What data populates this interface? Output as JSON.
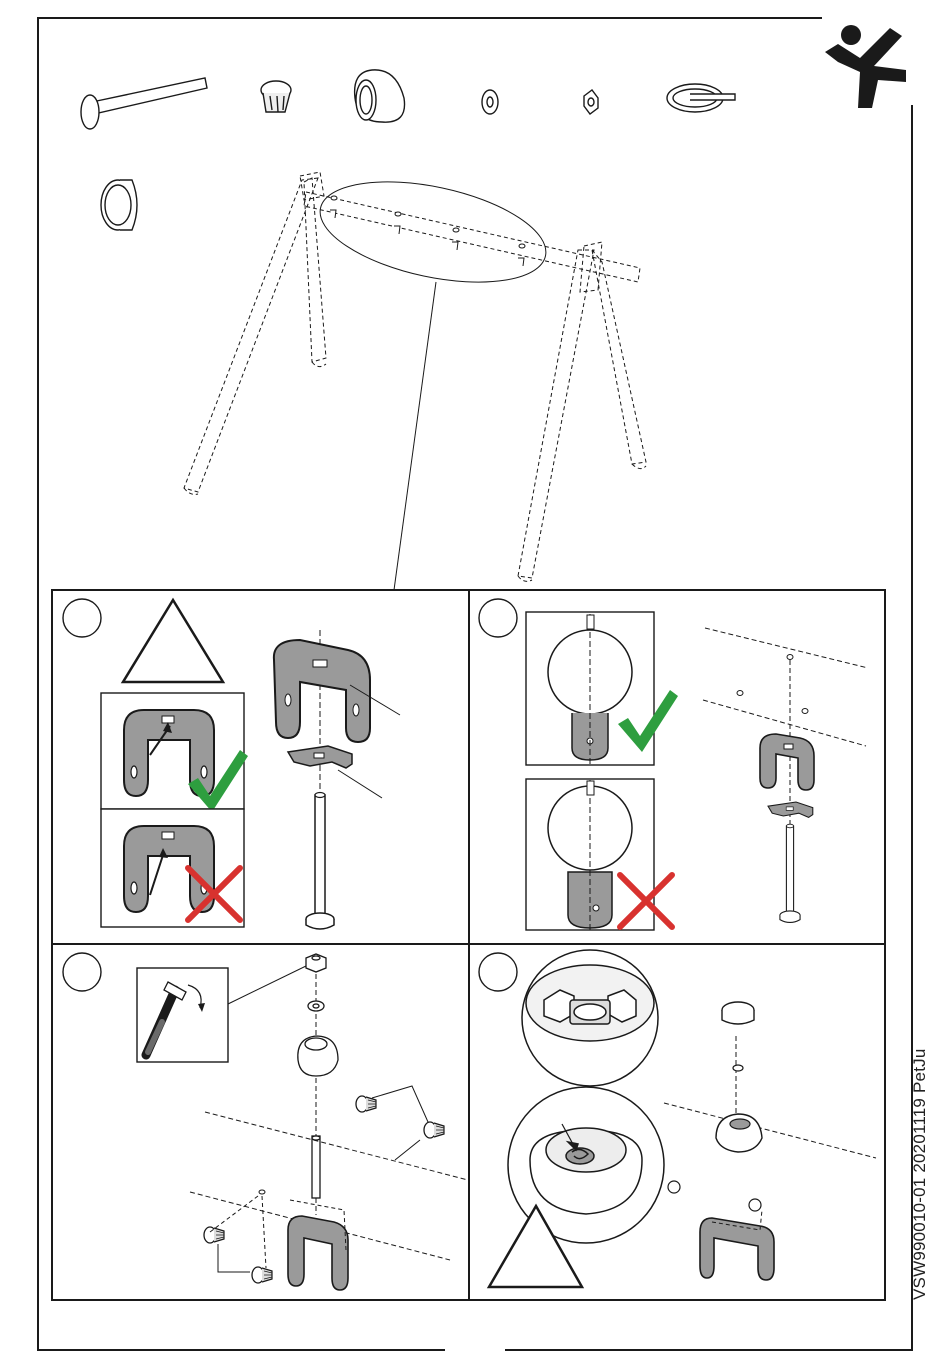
{
  "document": {
    "code": "VSW990010-01",
    "date": "20201119",
    "author": "PetJu"
  },
  "colors": {
    "line": "#1a1a1a",
    "part_fill": "#9a9a9a",
    "check_green": "#2e9e3f",
    "cross_red": "#d8322f"
  },
  "icons": {
    "logo": "figure-logo-icon",
    "check": "check-mark-icon",
    "cross": "cross-mark-icon",
    "warning": "warning-triangle-icon"
  }
}
